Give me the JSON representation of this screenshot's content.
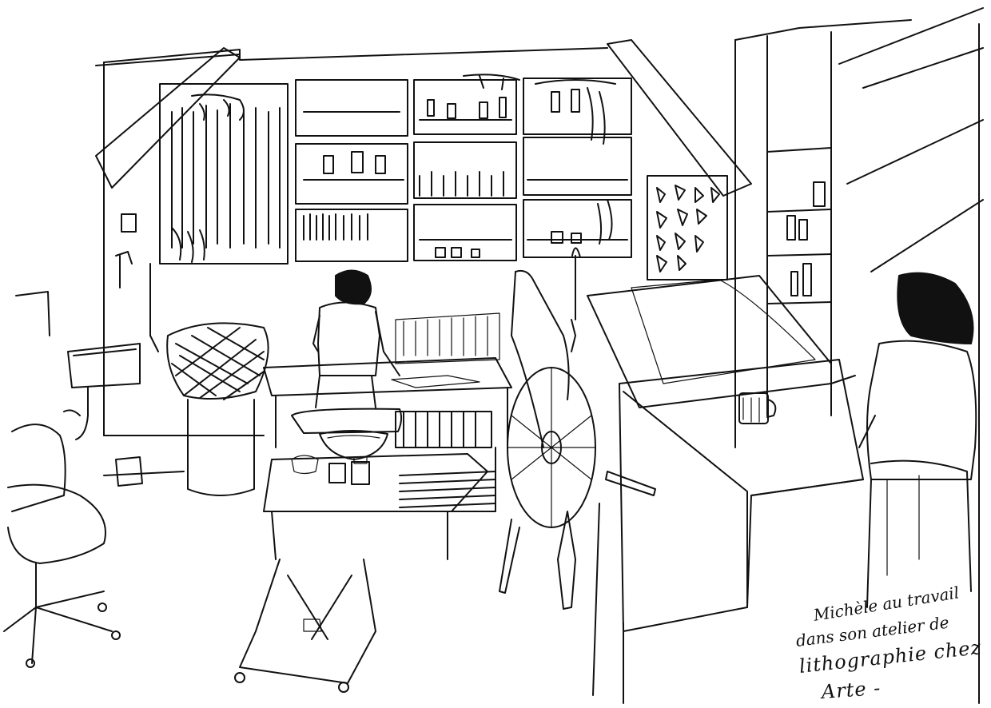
{
  "caption": {
    "line1": "Michèle au travail",
    "line2": "dans son atelier de",
    "line3": "lithographie chez",
    "line4": "Arte -"
  },
  "scene_elements": [
    "ceiling-beams",
    "wall-shelves",
    "stone-print-rack",
    "sink",
    "covered-bin",
    "printmaker-woman",
    "print-table",
    "rolling-cart",
    "ink-bowl",
    "ink-jars",
    "lithographic-press",
    "press-wheel",
    "press-bed",
    "coffee-mug",
    "seated-woman",
    "office-chair",
    "radiator"
  ]
}
